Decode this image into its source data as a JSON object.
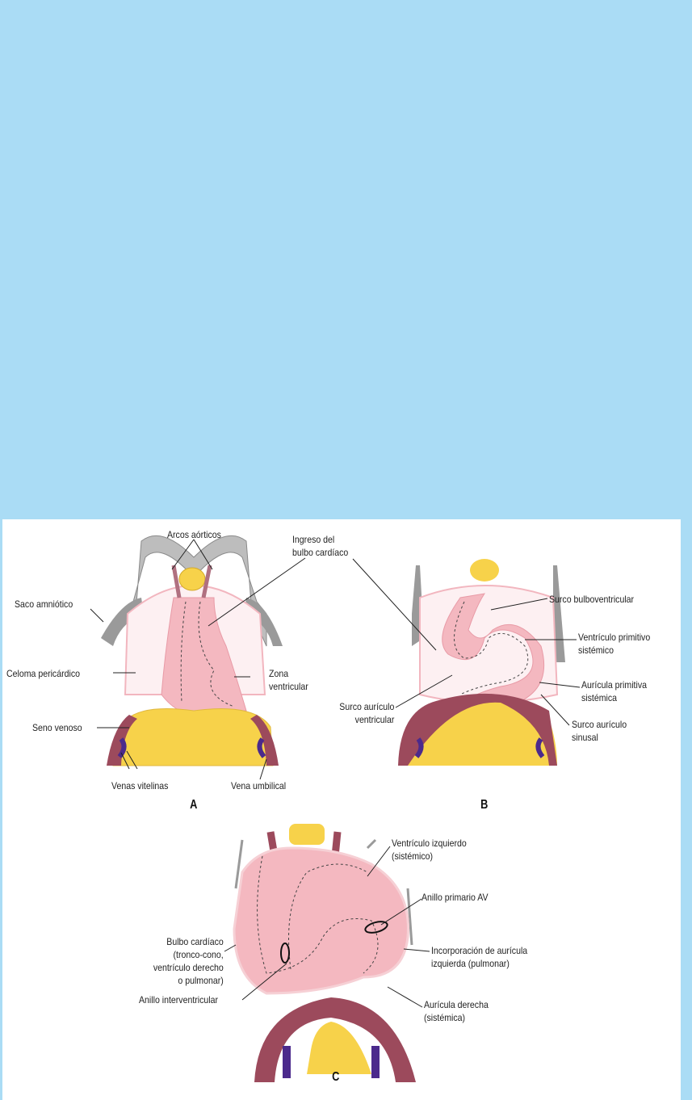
{
  "colors": {
    "background": "#aadcf5",
    "heart": "#f4b8c0",
    "yolk": "#f7d24a",
    "vessel": "#9c4a5c",
    "vein": "#4b2a8c",
    "amnion": "#9a9a9a"
  },
  "panels": {
    "A": {
      "letter": "A",
      "labels": {
        "arcos": "Arcos aórticos",
        "ingreso_1": "Ingreso del",
        "ingreso_2": "bulbo cardíaco",
        "saco": "Saco amniótico",
        "celoma": "Celoma pericárdico",
        "zona_1": "Zona",
        "zona_2": "ventricular",
        "seno": "Seno venoso",
        "vitelinas": "Venas vitelinas",
        "umbilical": "Vena umbilical"
      }
    },
    "B": {
      "letter": "B",
      "labels": {
        "bulboventricular": "Surco bulboventricular",
        "ventriculo_1": "Ventrículo primitivo",
        "ventriculo_2": "sistémico",
        "auricula_1": "Aurícula primitiva",
        "auricula_2": "sistémica",
        "av_1": "Surco aurículo",
        "av_2": "ventricular",
        "sinusal_1": "Surco aurículo",
        "sinusal_2": "sinusal"
      }
    },
    "C": {
      "letter": "C",
      "labels": {
        "vi_1": "Ventrículo izquierdo",
        "vi_2": "(sistémico)",
        "anillo_av": "Anillo primario AV",
        "bulbo_1": "Bulbo cardíaco",
        "bulbo_2": "(tronco-cono,",
        "bulbo_3": "ventrículo derecho",
        "bulbo_4": "o pulmonar)",
        "incorp_1": "Incorporación de aurícula",
        "incorp_2": "izquierda (pulmonar)",
        "anillo_iv": "Anillo interventricular",
        "ad_1": "Aurícula derecha",
        "ad_2": "(sistémica)"
      }
    }
  }
}
